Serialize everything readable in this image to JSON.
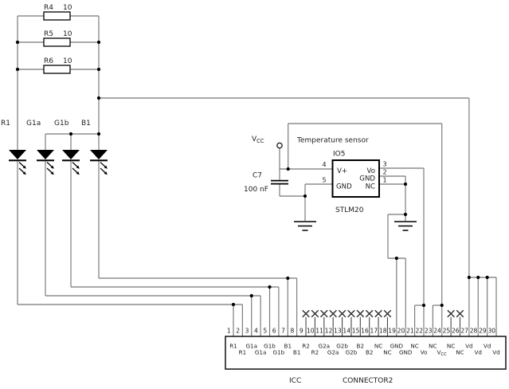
{
  "colors": {
    "wire": "#767676",
    "symbol": "#000000",
    "text": "#1c1c1c",
    "nc_mark": "#2e2e2e",
    "background": "#ffffff"
  },
  "schematic": {
    "resistors": [
      {
        "ref": "R4",
        "value": "10"
      },
      {
        "ref": "R5",
        "value": "10"
      },
      {
        "ref": "R6",
        "value": "10"
      }
    ],
    "leds": [
      {
        "ref": "R1"
      },
      {
        "ref": "G1a"
      },
      {
        "ref": "G1b"
      },
      {
        "ref": "B1"
      }
    ],
    "capacitor": {
      "ref": "C7",
      "value": "100 nF"
    },
    "power": {
      "vcc_v": "V",
      "vcc_cc": "CC"
    },
    "sensor": {
      "title": "Temperature sensor",
      "designator": "IO5",
      "part": "STLM20",
      "left_pins": [
        {
          "num": "4",
          "name": "V+"
        },
        {
          "num": "5",
          "name": "GND"
        }
      ],
      "right_pins": [
        {
          "num": "3",
          "name": "Vo"
        },
        {
          "num": "2",
          "name": "GND"
        },
        {
          "num": "1",
          "name": "NC"
        }
      ]
    },
    "connector": {
      "ref": "ICC",
      "name": "CONNECTOR2",
      "pins": [
        {
          "n": "1",
          "label": "R1"
        },
        {
          "n": "2",
          "label": "R1"
        },
        {
          "n": "3",
          "label": "G1a"
        },
        {
          "n": "4",
          "label": "G1a"
        },
        {
          "n": "5",
          "label": "G1b"
        },
        {
          "n": "6",
          "label": "G1b"
        },
        {
          "n": "7",
          "label": "B1"
        },
        {
          "n": "8",
          "label": "B1"
        },
        {
          "n": "9",
          "label": "R2",
          "nc": true
        },
        {
          "n": "10",
          "label": "R2",
          "nc": true
        },
        {
          "n": "11",
          "label": "G2a",
          "nc": true
        },
        {
          "n": "12",
          "label": "G2a",
          "nc": true
        },
        {
          "n": "13",
          "label": "G2b",
          "nc": true
        },
        {
          "n": "14",
          "label": "G2b",
          "nc": true
        },
        {
          "n": "15",
          "label": "B2",
          "nc": true
        },
        {
          "n": "16",
          "label": "B2",
          "nc": true
        },
        {
          "n": "17",
          "label": "NC",
          "nc": true
        },
        {
          "n": "18",
          "label": "NC",
          "nc": true
        },
        {
          "n": "19",
          "label": "GND"
        },
        {
          "n": "20",
          "label": "GND"
        },
        {
          "n": "21",
          "label": "NC"
        },
        {
          "n": "22",
          "label": "Vo"
        },
        {
          "n": "23",
          "label": "NC"
        },
        {
          "n": "24",
          "label": "VCC"
        },
        {
          "n": "25",
          "label": "NC",
          "nc": true
        },
        {
          "n": "26",
          "label": "NC",
          "nc": true
        },
        {
          "n": "27",
          "label": "Vd"
        },
        {
          "n": "28",
          "label": "Vd"
        },
        {
          "n": "29",
          "label": "Vd"
        },
        {
          "n": "30",
          "label": "Vd"
        }
      ]
    }
  }
}
